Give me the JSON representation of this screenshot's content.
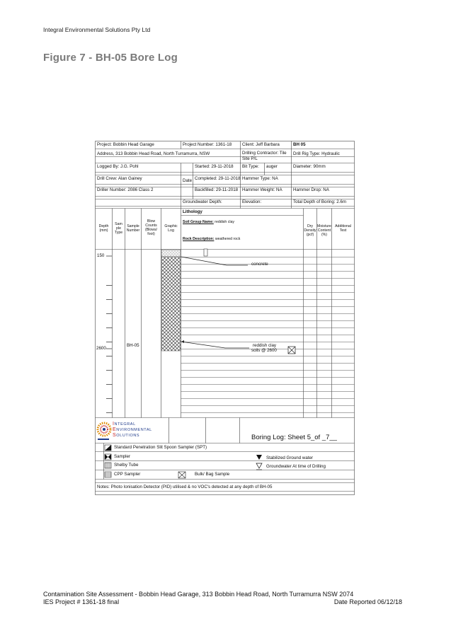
{
  "page": {
    "company": "Integral Environmental Solutions Pty Ltd",
    "figure_title": "Figure 7 - BH-05 Bore Log",
    "footer_line1": "Contamination Site Assessment - Bobbin Head Garage, 313 Bobbin Head Road,  North Turramurra NSW 2074",
    "footer_line2": "IES Project # 1361-18 final",
    "footer_date": "Date Reported 06/12/18"
  },
  "header": {
    "project": "Project:  Bobbin Head Garage",
    "project_number": "Project Number:  1361-18",
    "client": "Client: Jeff Barbara",
    "bh": "BH  05",
    "address": "Address, 313 Bobbin Head Road,  North Turramurra, NSW",
    "drilling_contractor_1": "Drilling Contractor: Tile",
    "drilling_contractor_2": "Site P/L",
    "rig_type": "Drill Rig Type: Hydraulic",
    "logged_by": "Logged By:  J.G. Pohl",
    "date_label": "Date",
    "started": "Started: 29-11-2018",
    "bit_type_label": "Bit Type:",
    "bit_type_value": "auger",
    "diameter": "Diameter: 90mm",
    "drill_crew": "Drill Crew: Alan Gainey",
    "completed": "Completed: 29-11-2018",
    "hammer_type": "Hammer Type: NA",
    "driller_number": "Driller Number: 2086 Class 2",
    "backfilled": "Backfilled:  29-11-2018",
    "hammer_weight": "Hammer Weight: NA",
    "hammer_drop": "Hammer Drop: NA",
    "groundwater_depth": "Groundwater Depth:",
    "elevation": "Elevation:",
    "total_depth": "Total Depth of Boring: 2.6m"
  },
  "columns": {
    "depth": "Depth (mm)",
    "sample_type": "Sam ple Type",
    "sample_number": "Sample Number",
    "blow_counts": "Blow Counts (Blows/ foot)",
    "graphic_log": "Graphic Log",
    "lithology": "Lithology",
    "soil_group_label": "Soil Group Name:",
    "soil_group_value": "reddish clay",
    "rock_desc_label": "Rock Description:",
    "rock_desc_value": "weathered rock",
    "dry_density": "Dry Density (pcf)",
    "moisture": "Moisture Content (%)",
    "additional": "Additional Test"
  },
  "log": {
    "depth_top": "150",
    "depth_bottom": "2600",
    "sample_id": "BH-05",
    "annotation_1": "concrete",
    "annotation_2a": "reddish clay",
    "annotation_2b": "soils @ 2600"
  },
  "legend": {
    "logo_line1": "NTEGRAL",
    "logo_line2": "NVIRONMENTAL",
    "logo_line3": "OLUTIONS",
    "sheet_label": "Boring Log: Sheet 5_of _7__",
    "spt": "Standard Penetration Slit Spoon Sampler (SPT)",
    "sampler": "Sampler",
    "shelby": "Shelby Tube",
    "cpp": "CPP Sampler",
    "bulk": "Bulk/ Bag Sample",
    "stabilized": "Stabilized Ground water",
    "groundwater_drilling": "Groundwater At time of Drilling",
    "notes": "Notes: Photo Ionisation Detector (PID) utilised & no VOC's detected at any depth of BH-05"
  }
}
